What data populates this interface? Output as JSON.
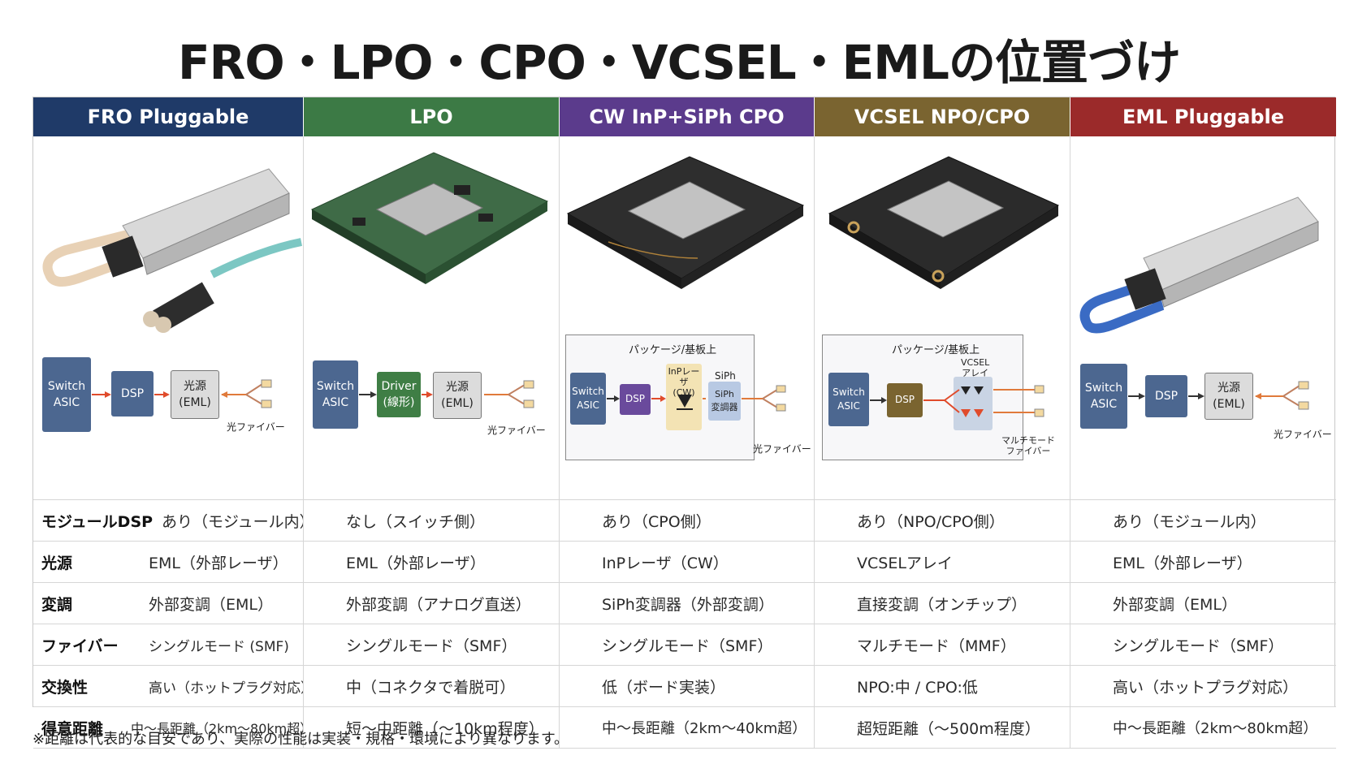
{
  "title": "FRO・LPO・CPO・VCSEL・EMLの位置づけ",
  "columns": [
    {
      "header": "FRO Pluggable",
      "color": "#1f3a68"
    },
    {
      "header": "LPO",
      "color": "#3c7a45"
    },
    {
      "header": "CW InP+SiPh CPO",
      "color": "#5b3b8c"
    },
    {
      "header": "VCSEL NPO/CPO",
      "color": "#7a6430"
    },
    {
      "header": "EML Pluggable",
      "color": "#9b2a2a"
    }
  ],
  "diagrams": {
    "fro": {
      "switch": "Switch",
      "asic": "ASIC",
      "dsp": "DSP",
      "src1": "光源",
      "src2": "(EML)",
      "fiber": "光ファイバー"
    },
    "lpo": {
      "switch": "Switch",
      "asic": "ASIC",
      "drv1": "Driver",
      "drv2": "(線形)",
      "src1": "光源",
      "src2": "(EML)",
      "fiber": "光ファイバー"
    },
    "cpo": {
      "pkg": "パッケージ/基板上",
      "switch": "Switch",
      "asic": "ASIC",
      "dsp": "DSP",
      "laser1": "InPレーザ",
      "laser2": "(CW)",
      "siph_note": "SiPh",
      "mod1": "SiPh",
      "mod2": "変調器",
      "fiber": "光ファイバー"
    },
    "vcsel": {
      "pkg": "パッケージ/基板上",
      "switch": "Switch",
      "asic": "ASIC",
      "dsp": "DSP",
      "arr1": "VCSEL",
      "arr2": "アレイ",
      "fiber1": "マルチモード",
      "fiber2": "ファイバー"
    },
    "eml": {
      "switch": "Switch",
      "asic": "ASIC",
      "dsp": "DSP",
      "src1": "光源",
      "src2": "(EML)",
      "fiber": "光ファイバー"
    }
  },
  "rows": [
    {
      "label": "モジュールDSP",
      "values": [
        "あり（モジュール内）",
        "なし（スイッチ側）",
        "あり（CPO側）",
        "あり（NPO/CPO側）",
        "あり（モジュール内）"
      ]
    },
    {
      "label": "光源",
      "values": [
        "EML（外部レーザ）",
        "EML（外部レーザ）",
        "InPレーザ（CW）",
        "VCSELアレイ",
        "EML（外部レーザ）"
      ]
    },
    {
      "label": "変調",
      "values": [
        "外部変調（EML）",
        "外部変調（アナログ直送）",
        "SiPh変調器（外部変調）",
        "直接変調（オンチップ）",
        "外部変調（EML）"
      ]
    },
    {
      "label": "ファイバー",
      "values": [
        "シングルモード (SMF)",
        "シングルモード（SMF）",
        "シングルモード（SMF）",
        "マルチモード（MMF）",
        "シングルモード（SMF）"
      ]
    },
    {
      "label": "交換性",
      "values": [
        "高い（ホットプラグ対応）",
        "中（コネクタで着脱可）",
        "低（ボード実装）",
        "NPO:中 / CPO:低",
        "高い（ホットプラグ対応）"
      ]
    },
    {
      "label": "得意距離",
      "values": [
        "中〜長距離（2km〜80km超）",
        "短〜中距離（〜10km程度）",
        "中〜長距離（2km〜40km超）",
        "超短距離（〜500m程度）",
        "中〜長距離（2km〜80km超）"
      ]
    }
  ],
  "note": "※距離は代表的な目安であり、実際の性能は実装・規格・環境により異なります。"
}
